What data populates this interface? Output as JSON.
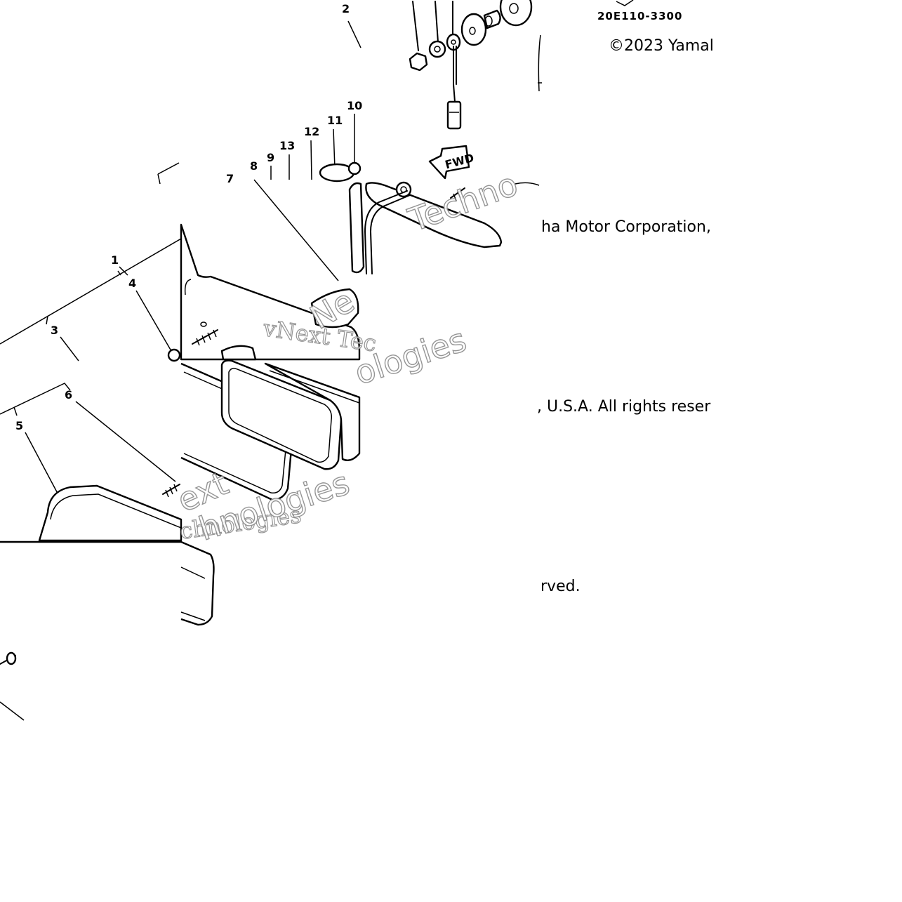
{
  "diagram": {
    "part_number": "20E110-3300",
    "fwd_label": "FWD",
    "callouts": {
      "c1": "1",
      "c2": "2",
      "c3": "3",
      "c4": "4",
      "c5": "5",
      "c6": "6",
      "c7": "7",
      "c8": "8",
      "c9": "9",
      "c10": "10",
      "c11": "11",
      "c12": "12",
      "c13": "13"
    }
  },
  "copyright": {
    "line1": "©2023 Yamal",
    "line2": "ha Motor Corporation,",
    "line3": ", U.S.A. All rights reser",
    "line4": "rved."
  },
  "watermark": {
    "text1": "vNext Tec",
    "text2": "chnologies",
    "text3": "Techno",
    "text4": "ext",
    "text5": "ologies",
    "text6": "Ne",
    "text7": "hnologies"
  }
}
